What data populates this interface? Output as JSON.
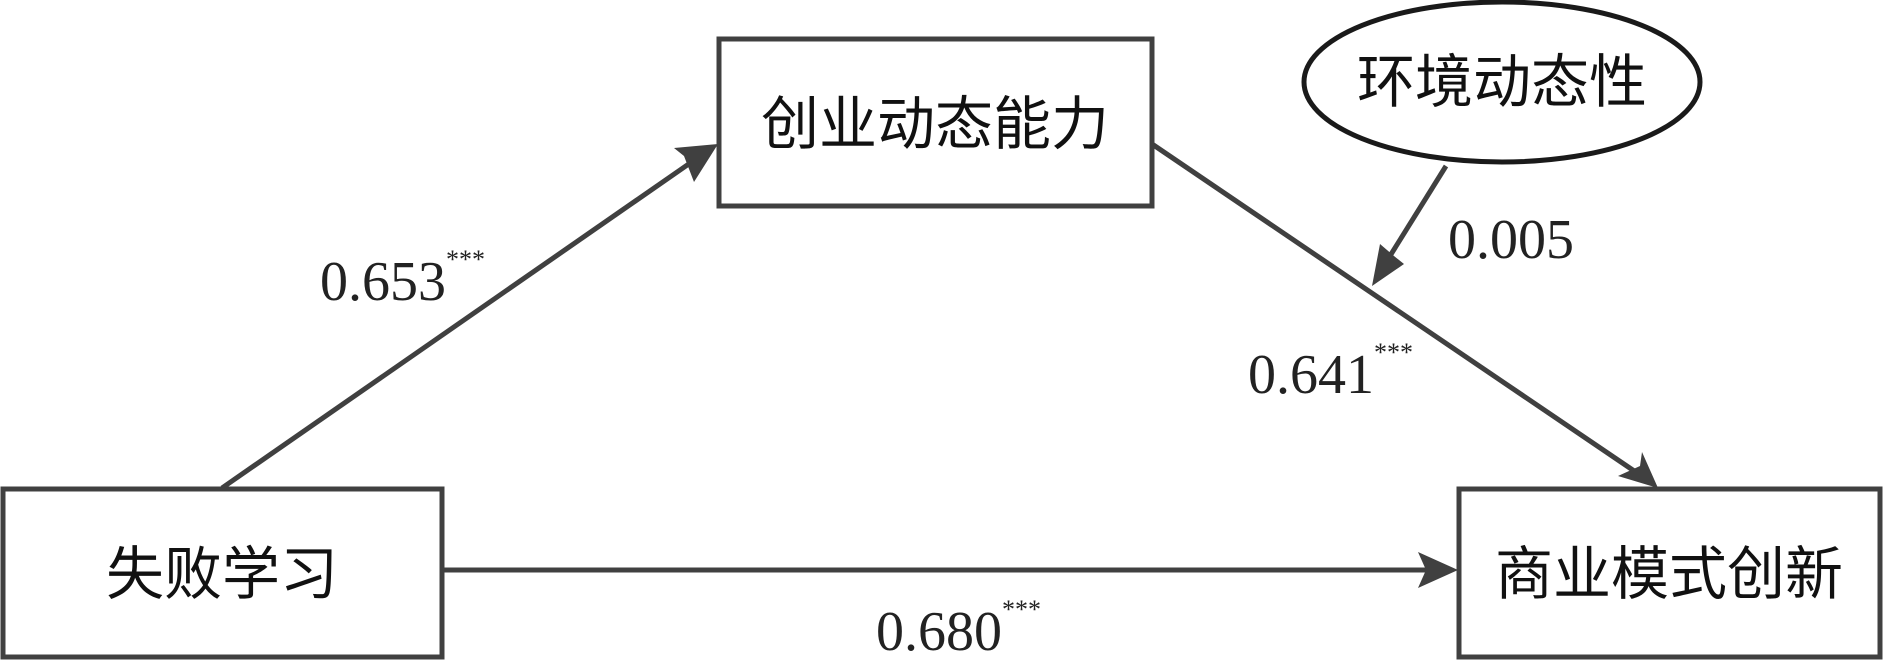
{
  "nodes": {
    "mediator": "创业动态能力",
    "moderator": "环境动态性",
    "independent": "失败学习",
    "dependent": "商业模式创新"
  },
  "paths": {
    "a": {
      "coef": "0.653",
      "sig": "***"
    },
    "b": {
      "coef": "0.641",
      "sig": "***"
    },
    "moderation": {
      "coef": "0.005",
      "sig": ""
    },
    "c": {
      "coef": "0.680",
      "sig": "***"
    }
  },
  "colors": {
    "box": "#404040",
    "ellipse": "#1a1a1a",
    "arrow": "#404040"
  }
}
